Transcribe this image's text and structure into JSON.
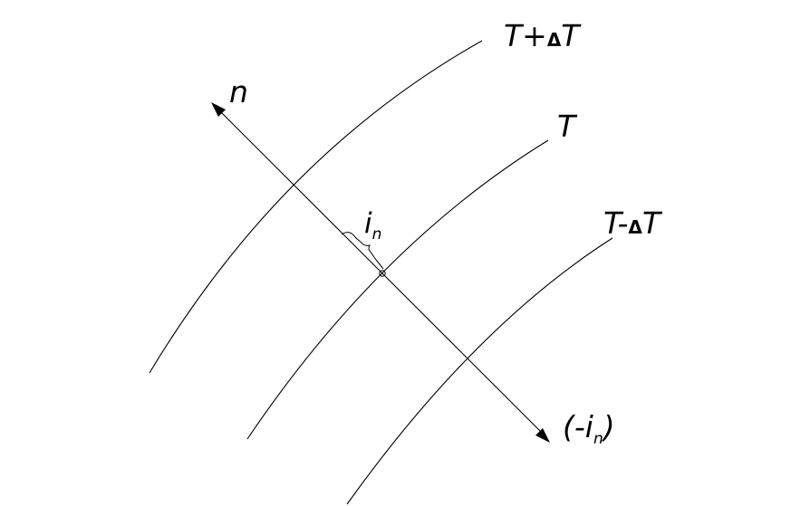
{
  "labels": {
    "isotherm_upper": {
      "base": "T+",
      "delta": "Δ",
      "tail": "T"
    },
    "isotherm_middle": "T",
    "isotherm_lower": {
      "base": "T-",
      "delta": "Δ",
      "tail": "T"
    },
    "normal_axis": "n",
    "unit_vector": {
      "main": "i",
      "sub": "n"
    },
    "negative_vector": {
      "open": "(-i",
      "sub": "n",
      "close": ")"
    }
  },
  "colors": {
    "stroke": "#000000",
    "background": "#ffffff"
  }
}
